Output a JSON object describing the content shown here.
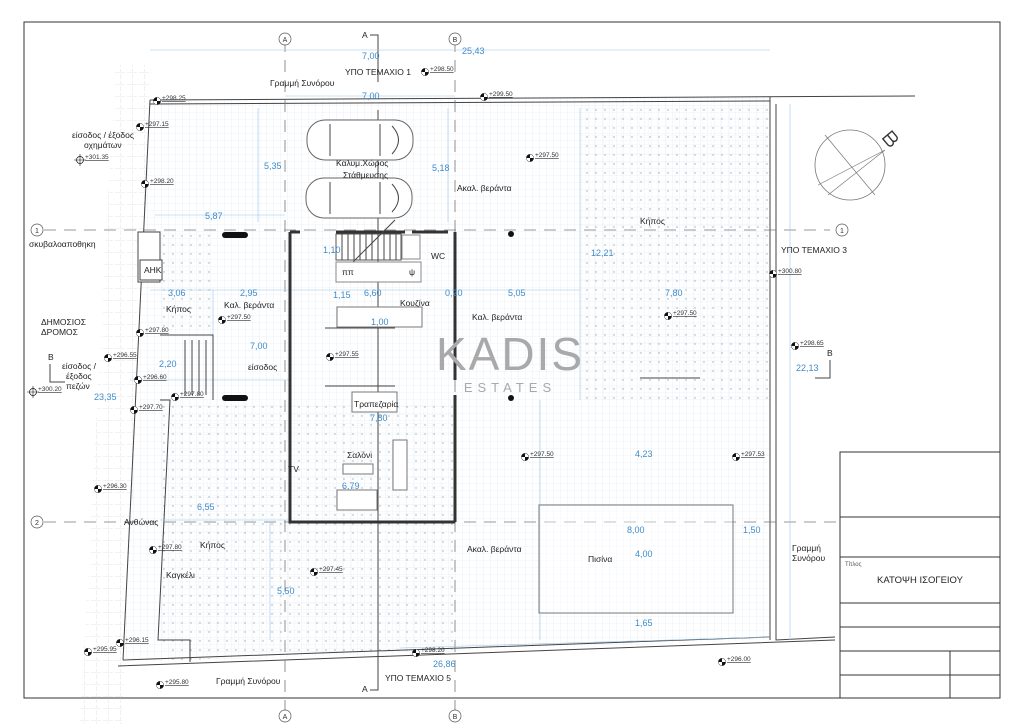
{
  "title_block": {
    "title_caption": "Τίτλος",
    "title": "ΚΑΤΟΨΗ ΙΣΟΓΕΙΟΥ"
  },
  "logo": {
    "main": "KADIS",
    "sub": "ESTATES"
  },
  "axes": {
    "a": "A",
    "b": "B",
    "one": "1",
    "two": "2",
    "section_a": "A",
    "section_b": "B"
  },
  "labels": {
    "plot1": "ΥΠΟ ΤΕΜΑΧΙΟ 1",
    "plot3": "ΥΠΟ ΤΕΜΑΧΙΟ 3",
    "plot5": "ΥΠΟ ΤΕΜΑΧΙΟ 5",
    "boundary_top": "Γραμμή Συνόρου",
    "boundary_bottom": "Γραμμή Συνόρου",
    "boundary_right_1": "Γραμμή",
    "boundary_right_2": "Συνόρου",
    "parking_1": "Καλυμ.Χώρος",
    "parking_2": "Στάθμευσης",
    "open_veranda_top": "Ακαλ. βεράντα",
    "garden_right": "Κήπος",
    "vehicle_entry_1": "είσοδος / έξοδος",
    "vehicle_entry_2": "οχημάτων",
    "bin_store": "σκυβαλοαποθηκη",
    "ahk": "ΑΗΚ",
    "garden_small": "Κήπος",
    "covered_veranda_left": "Καλ. βεράντα",
    "kitchen": "Κουζίνα",
    "covered_veranda_right": "Καλ. βεράντα",
    "public_road_1": "ΔΗΜΟΣΙΟΣ",
    "public_road_2": "ΔΡΟΜΟΣ",
    "ped_entry_1": "είσοδος /",
    "ped_entry_2": "έξοδος",
    "ped_entry_3": "πεζών",
    "entrance": "είσοδος",
    "dining": "Τραπεζαρία",
    "living": "Σαλόνι",
    "flowerbed": "Ανθώνας",
    "garden_bottom": "Κήπος",
    "railing": "Καγκέλι",
    "open_veranda_bottom": "Ακαλ. βεράντα",
    "pool": "Πισίνα",
    "pantry": "ππ",
    "fridge": "ψ",
    "wc": "WC",
    "tv": "TV"
  },
  "dimensions": [
    "7,00",
    "25,43",
    "7,00",
    "5,35",
    "5,18",
    "5,87",
    "1,10",
    "3,06",
    "2,95",
    "1,15",
    "6,60",
    "0,20",
    "5,05",
    "7,80",
    "12,21",
    "1,00",
    "7,00",
    "2,20",
    "23,35",
    "7,80",
    "6,79",
    "6,55",
    "4,23",
    "8,00",
    "1,50",
    "4,00",
    "5,50",
    "1,65",
    "26,86",
    "22,13"
  ],
  "levels": [
    "+298.25",
    "+297.15",
    "+301.35",
    "+298.20",
    "+298.50",
    "+299.50",
    "+297.50",
    "+300.80",
    "+297.50",
    "+298.65",
    "+297.50",
    "+297.80",
    "+296.55",
    "+296.60",
    "+300.20",
    "+297.70",
    "+297.80",
    "+297.55",
    "+296.30",
    "+297.80",
    "+297.45",
    "+296.15",
    "+295.95",
    "+298.20",
    "+295.80",
    "+297.50",
    "+297.53",
    "+296.00"
  ],
  "colors": {
    "dimension": "#3f8ccc",
    "grid": "#dbe8f3",
    "logo": "#a9a9a9",
    "logo_accent": "#d8c9a6"
  }
}
